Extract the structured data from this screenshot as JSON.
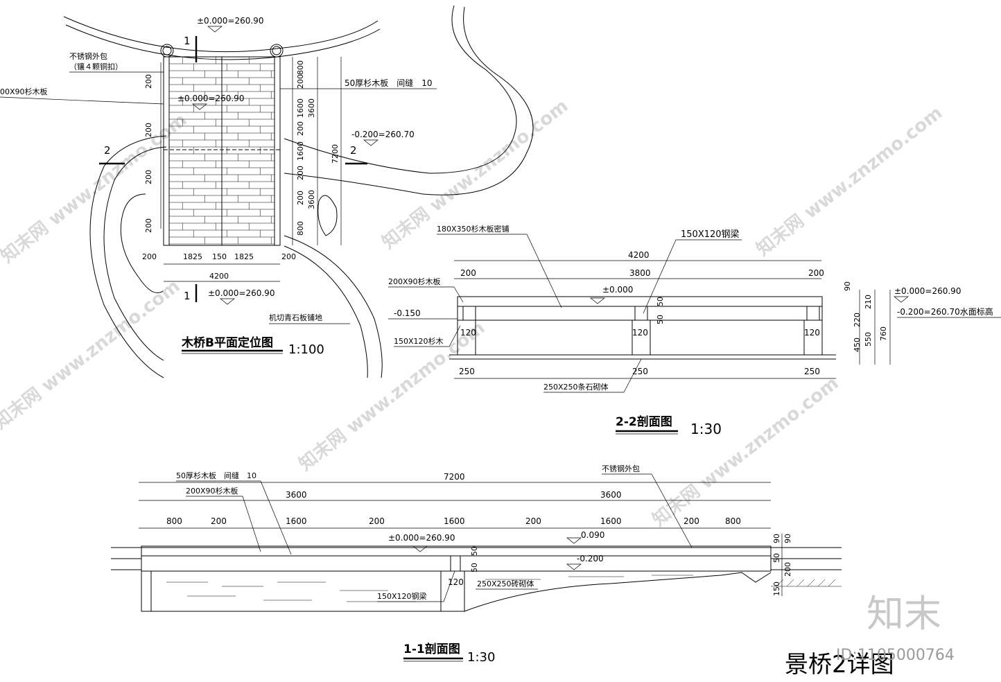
{
  "plan": {
    "title": "木桥B平面定位图",
    "scale": "1:100",
    "elev_top": "±0.000=260.90",
    "elev_deck": "±0.000=260.90",
    "elev_bottom": "±0.000=260.90",
    "elev_water": "-0.200=260.70",
    "label_steel_cap": "不锈钢外包",
    "label_steel_cap_note": "（镶４颗铜扣）",
    "label_side_board": "00X90杉木板",
    "label_deck_board": "50厚杉木板　间缝　10",
    "label_paving": "机切青石板铺地",
    "section_mark_1": "1",
    "section_mark_2": "2",
    "dims_left": [
      "200",
      "200",
      "200",
      "200"
    ],
    "dims_right_inner": [
      "800",
      "200",
      "1600",
      "200",
      "1600",
      "200",
      "200",
      "800"
    ],
    "dims_right_mid": [
      "3600",
      "3600"
    ],
    "dims_right_total": "7200",
    "dims_bottom": [
      "200",
      "1825",
      "150",
      "1825",
      "200"
    ],
    "dims_bottom_total": "4200"
  },
  "section22": {
    "title": "2-2剖面图",
    "scale": "1:30",
    "label_deck": "180X350杉木板密铺",
    "label_beam": "150X120钢梁",
    "label_side": "200X90杉木板",
    "label_wood": "150X120杉木",
    "label_base": "250X250条石砌体",
    "level_minus": "-0.150",
    "level_zero": "±0.000",
    "dim_total": "4200",
    "dim_inner": "3800",
    "dim_side": "200",
    "dim_beam": "120",
    "dim_base": "250",
    "dim_beam_height": "50",
    "side_elev_1": "±0.000=260.90",
    "side_elev_2": "-0.200=260.70水面标高",
    "side_dims": [
      "90",
      "210",
      "220",
      "550",
      "450",
      "760"
    ]
  },
  "section11": {
    "title": "1-1剖面图",
    "scale": "1:30",
    "label_deck": "50厚杉木板　间缝　10",
    "label_side": "200X90杉木板",
    "label_cap": "不锈钢外包",
    "label_beam": "150X120钢梁",
    "label_base": "250X250砖砌体",
    "elev": "±0.000=260.90",
    "level_a": "0.090",
    "level_b": "-0.200",
    "dim_total": "7200",
    "dims_half": [
      "3600",
      "3600"
    ],
    "dims_detail": [
      "800",
      "200",
      "1600",
      "200",
      "1600",
      "200",
      "1600",
      "200",
      "800"
    ],
    "dim_beam": "120",
    "dim_50": "50",
    "right_dims": [
      "90",
      "90",
      "50",
      "200",
      "150"
    ]
  },
  "sheet_title": "景桥2详图",
  "logo_text": "知末",
  "id_text": "ID:1105000764",
  "watermark_text": "知末网 www.znzmo.com"
}
